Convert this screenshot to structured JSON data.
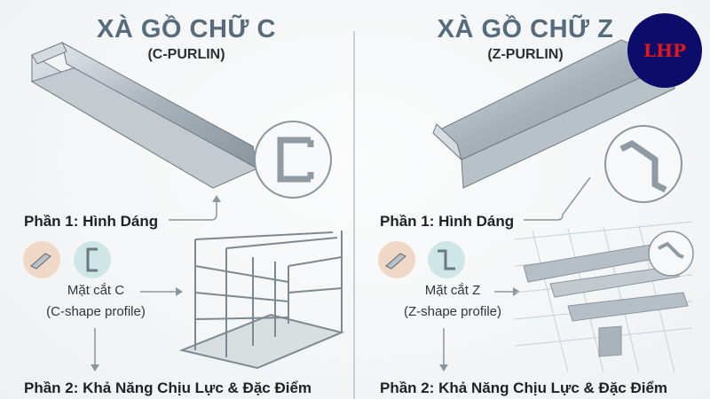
{
  "left": {
    "title": "XÀ GỒ CHỮ C",
    "subtitle": "(C-PURLIN)",
    "part1": "Phần 1: Hình Dáng",
    "section_label": "Mặt cắt C",
    "section_desc": "(C-shape profile)",
    "part2": "Phần 2: Khả Năng Chịu Lực & Đặc Điểm"
  },
  "right": {
    "title": "XÀ GỒ CHỮ Z",
    "subtitle": "(Z-PURLIN)",
    "part1": "Phần 1: Hình Dáng",
    "section_label": "Mặt cắt Z",
    "section_desc": "(Z-shape profile)",
    "part2": "Phần 2: Khả Năng Chịu Lực & Đặc Điểm"
  },
  "logo": {
    "text": "LHP",
    "bg": "#0c0c6a",
    "fg": "#e01818"
  },
  "colors": {
    "title": "#566b7b",
    "icon_peach": "#efd9c6",
    "icon_teal": "#cfe6e6",
    "steel": "#a9b3ba"
  }
}
